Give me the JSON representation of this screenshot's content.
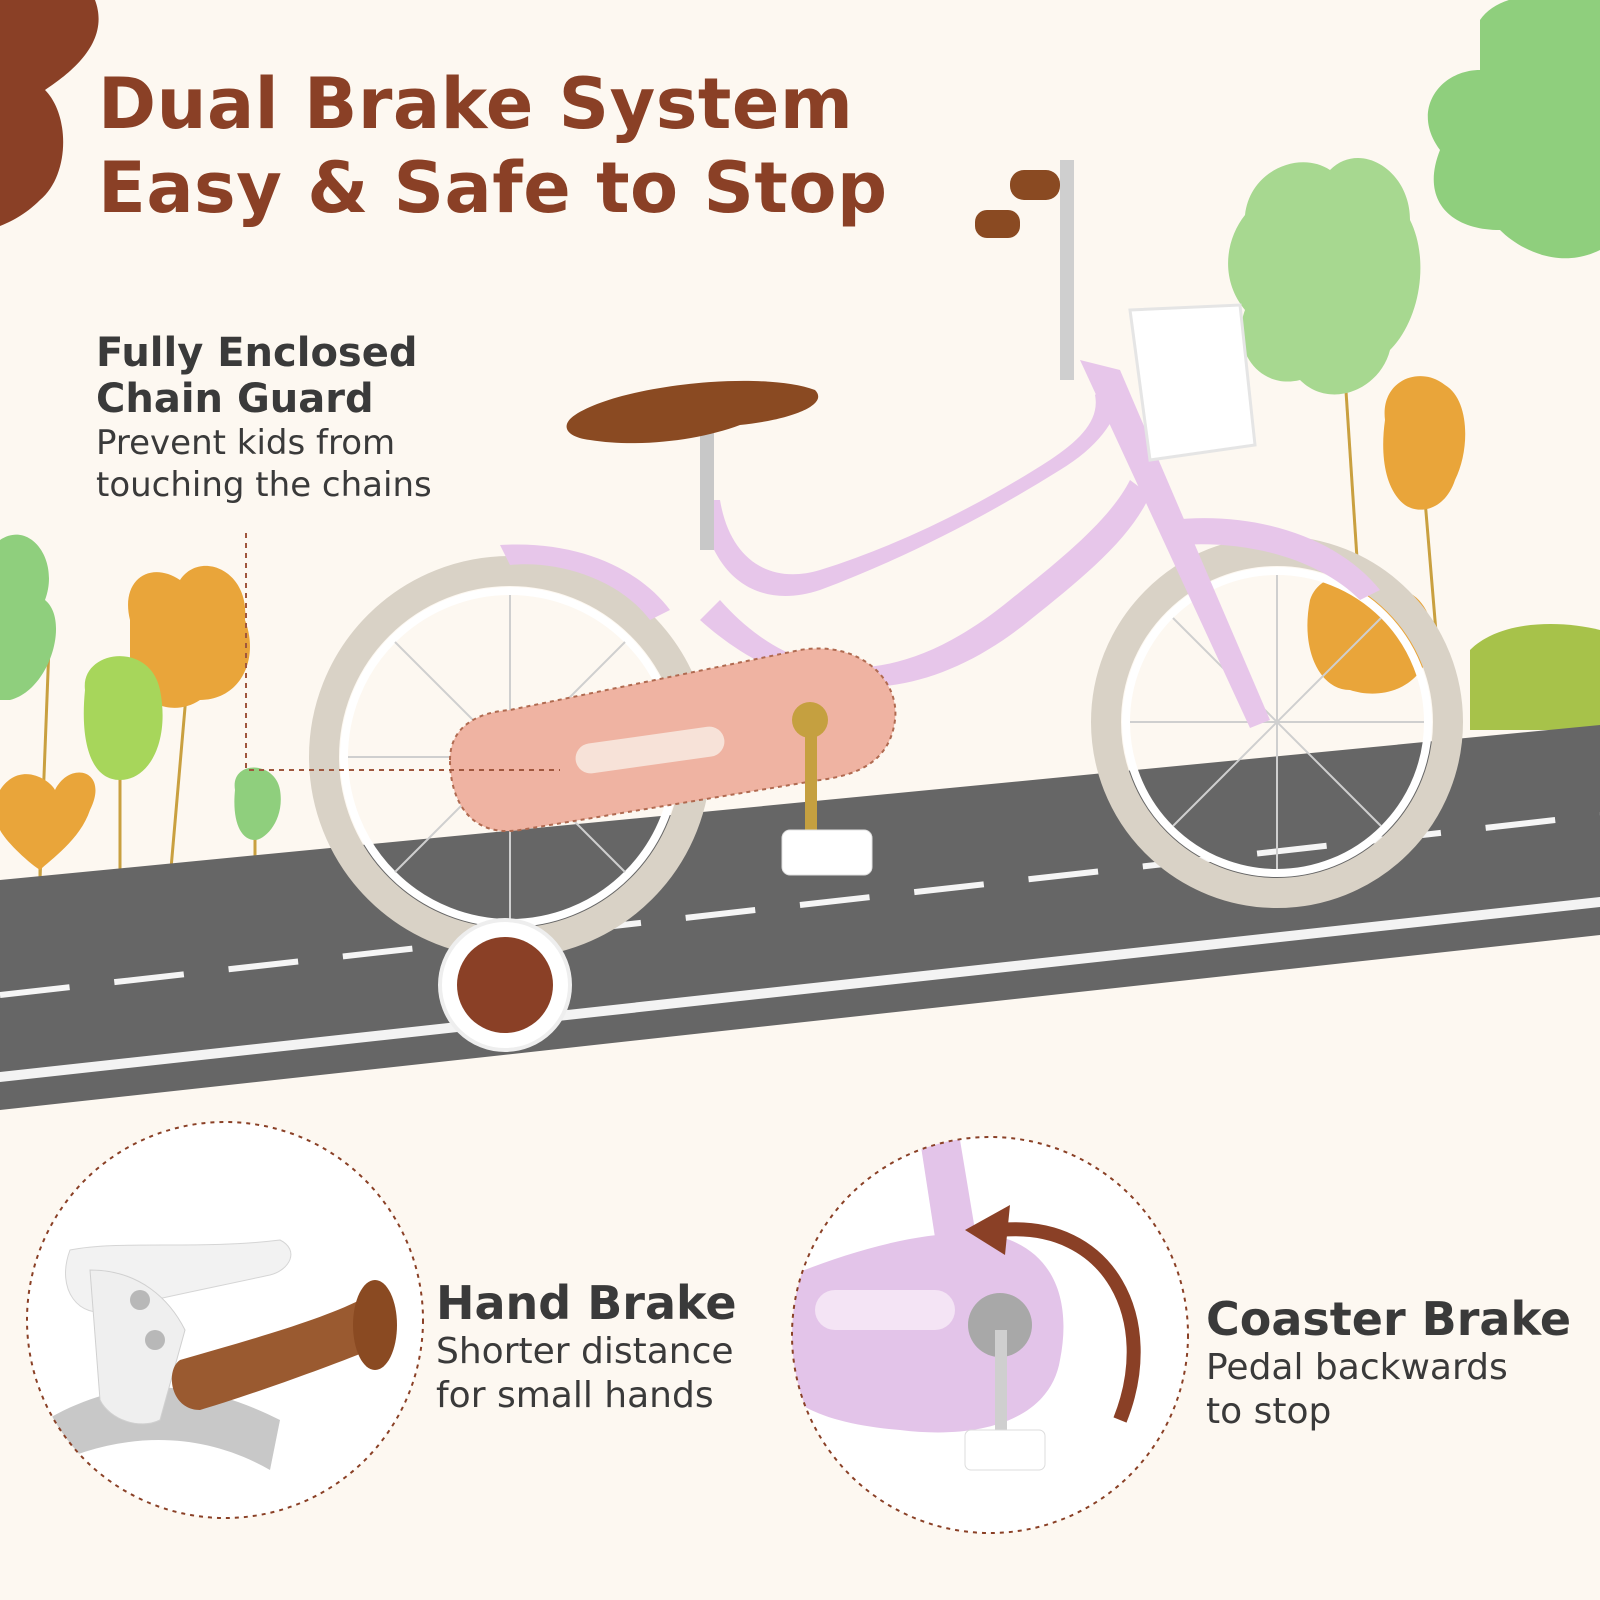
{
  "headline": {
    "line1": "Dual Brake System",
    "line2": "Easy & Safe to Stop"
  },
  "features": {
    "chain_guard": {
      "title_line1": "Fully Enclosed",
      "title_line2": "Chain Guard",
      "desc_line1": "Prevent kids from",
      "desc_line2": "touching the chains"
    },
    "hand_brake": {
      "title": "Hand Brake",
      "desc_line1": "Shorter distance",
      "desc_line2": "for small hands"
    },
    "coaster_brake": {
      "title": "Coaster Brake",
      "desc_line1": "Pedal backwards",
      "desc_line2": "to stop"
    }
  },
  "colors": {
    "headline": "#8a4026",
    "frame": "#e7c6ea",
    "chain_guard": "#efb3a2",
    "saddle": "#8a4a22",
    "road": "#666666",
    "background": "#fdf8f1"
  }
}
